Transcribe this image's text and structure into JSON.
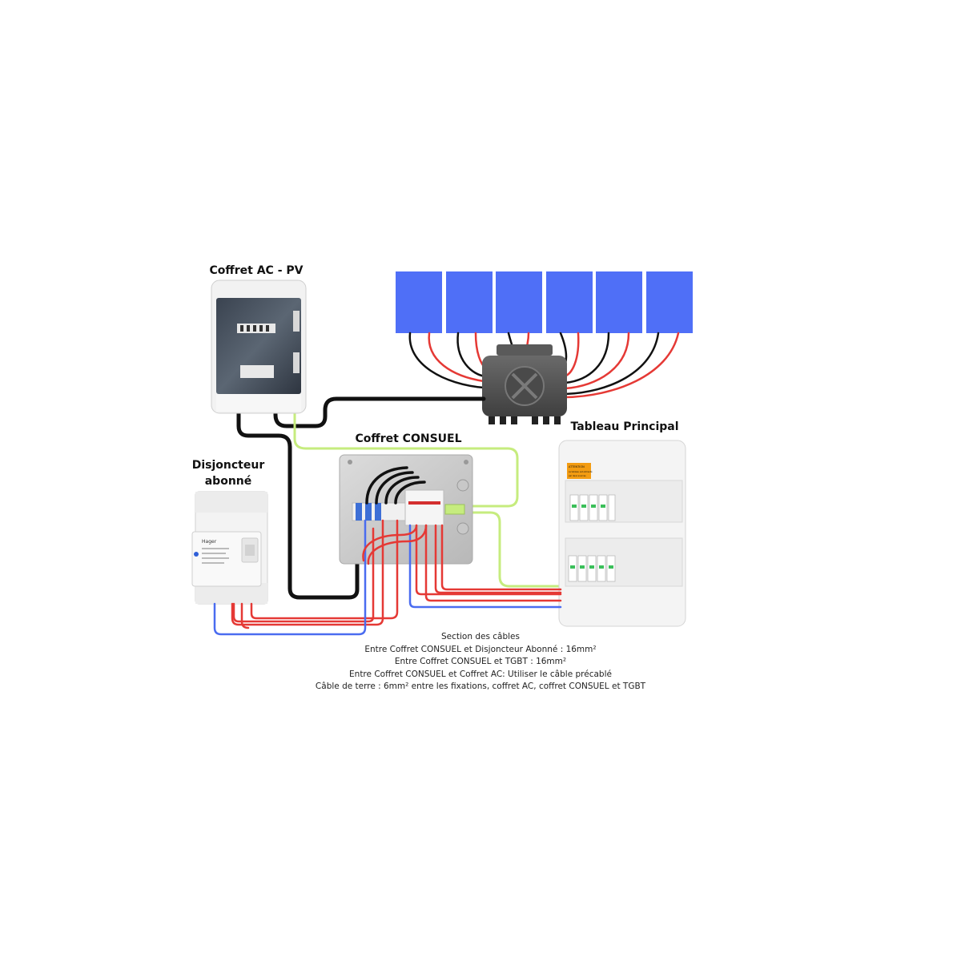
{
  "labels": {
    "coffret_ac": "Coffret AC - PV",
    "coffret_consuel": "Coffret CONSUEL",
    "tableau_principal": "Tableau Principal",
    "disjoncteur": "Disjoncteur abonné"
  },
  "device_text": {
    "disjoncteur_brand": "Hager",
    "tableau_warning_title": "ATTENTION",
    "tableau_warning_line1": "Le tableau est alimenté",
    "tableau_warning_line2": "par deux sources"
  },
  "notes": {
    "title": "Section des câbles",
    "lines": [
      "Entre Coffret CONSUEL et Disjoncteur Abonné : 16mm²",
      "Entre Coffret CONSUEL et TGBT : 16mm²",
      "Entre Coffret CONSUEL et Coffret AC: Utiliser le câble précablé",
      "Câble de terre : 6mm² entre les fixations, coffret AC, coffret CONSUEL et TGBT"
    ]
  },
  "colors": {
    "solar_panel": "#4f6ff7",
    "phase_wire": "#e53935",
    "neutral_wire": "#4a6cf0",
    "earth_wire": "#c6ec7e",
    "ac_cable": "#111111",
    "microinverter": "#555555"
  },
  "solar_panel_count": 6
}
